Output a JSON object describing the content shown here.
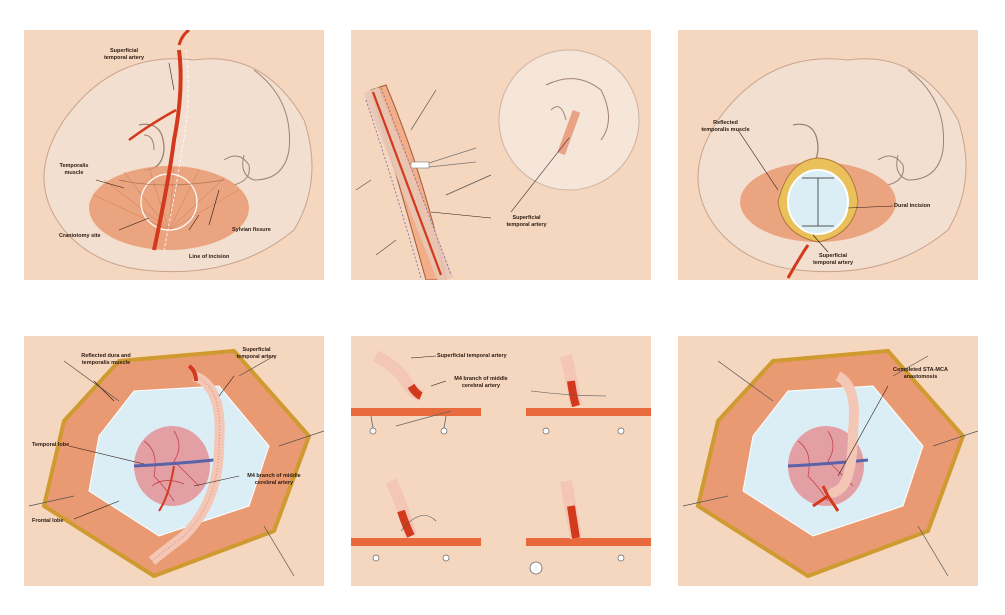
{
  "panel1": {
    "sta": "Superficial\ntemporal artery",
    "temporalis": "Temporalis\nmuscle",
    "craniotomy": "Craniotomy site",
    "sylvian": "Sylvian fissure",
    "incision": "Line of incision"
  },
  "panel2": {
    "sta": "Superficial\ntemporal artery"
  },
  "panel3": {
    "reflected": "Reflected\ntemporalis muscle",
    "dural": "Dural incision",
    "sta": "Superficial\ntemporal artery"
  },
  "panel4": {
    "dura": "Reflected dura and\ntemporalis muscle",
    "sta": "Superficial\ntemporal artery",
    "temporal_lobe": "Temporal lobe",
    "m4": "M4 branch of middle\ncerebral artery",
    "frontal_lobe": "Frontal lobe"
  },
  "panel5": {
    "sta": "Superficial temporal artery",
    "m4": "M4 branch of middle\ncerebral artery"
  },
  "panel6": {
    "completed": "Completed STA-MCA\nanastomosis"
  }
}
